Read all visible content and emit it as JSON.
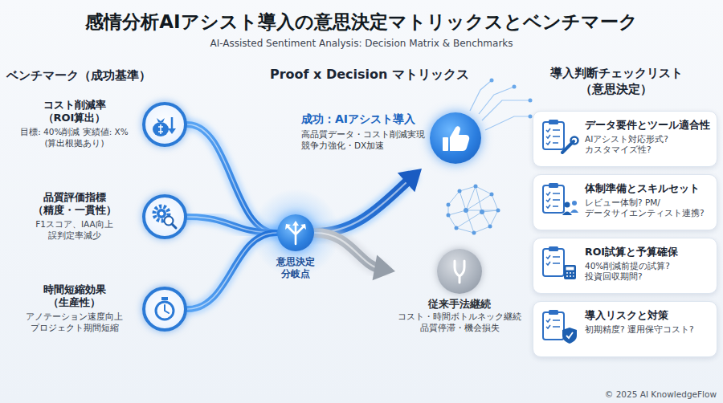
{
  "diagram": {
    "title": "感情分析AIアシスト導入の意思決定マトリックスとベンチマーク",
    "nodes": [
      {
        "text": [
          "コスト削減率 （ROI算出）",
          "目標: 40%削減 実績値: X% (算出根拠あり)"
        ]
      },
      {
        "text": [
          "品質評価指標 （精度・一貫性）",
          "F1スコア、IAA向上 誤判定率減少"
        ]
      },
      {
        "text": [
          "時間短縮効果 （生産性）",
          "アノテーション速度向上 プロジェクト期間短縮"
        ]
      },
      {
        "text": [
          "意思決定 分岐点"
        ]
      },
      {
        "text": [
          "成功：AIアシスト導入",
          "高品質データ・コスト削減実現 競争力強化・DX加速"
        ]
      },
      {
        "text": [
          "従来手法継続",
          "コスト・時間ボトルネック継続 品質停滞・機会損失"
        ]
      },
      {
        "text": [
          "データ要件とツール適合性",
          "AIアシスト対応形式? カスタマイズ性?"
        ]
      },
      {
        "text": [
          "体制準備とスキルセット",
          "レビュー体制? PM/データサイエンティスト連携?"
        ]
      },
      {
        "text": [
          "ROI試算と予算確保",
          "40%削減前提の試算? 投資回収期間?"
        ]
      },
      {
        "text": [
          "導入リスクと対策",
          "初期精度? 運用保守コスト?"
        ]
      }
    ],
    "edges": [
      {
        "from": 0,
        "to": 3,
        "arrow": "none"
      },
      {
        "from": 1,
        "to": 3,
        "arrow": "none"
      },
      {
        "from": 2,
        "to": 3,
        "arrow": "none"
      },
      {
        "from": 3,
        "to": 4,
        "arrow": "to"
      },
      {
        "from": 3,
        "to": 5,
        "arrow": "to"
      }
    ],
    "labels": [
      "AI-Assisted Sentiment Analysis: Decision Matrix & Benchmarks",
      "ベンチマーク（成功基準）",
      "Proof x Decision マトリックス",
      "導入判断チェックリスト （意思決定）",
      "© 2025 AI KnowledgeFlow"
    ]
  }
}
